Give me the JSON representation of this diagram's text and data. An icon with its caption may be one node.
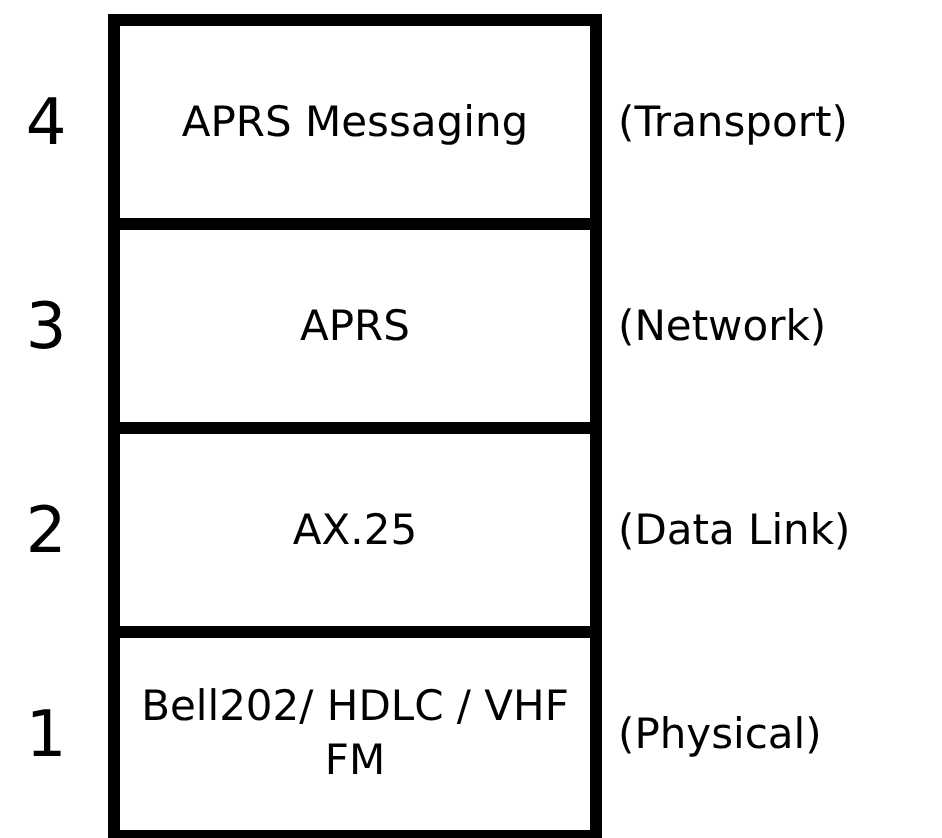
{
  "diagram": {
    "nodes": [
      {
        "text": [
          "APRS Messaging"
        ],
        "beside": [
          "4",
          "(Transport)"
        ]
      },
      {
        "text": [
          "APRS"
        ],
        "beside": [
          "3",
          "(Network)"
        ]
      },
      {
        "text": [
          "AX.25"
        ],
        "beside": [
          "2",
          "(Data Link)"
        ]
      },
      {
        "text": [
          "Bell202/ HDLC / VHF FM"
        ],
        "beside": [
          "1",
          "(Physical)"
        ]
      }
    ]
  }
}
